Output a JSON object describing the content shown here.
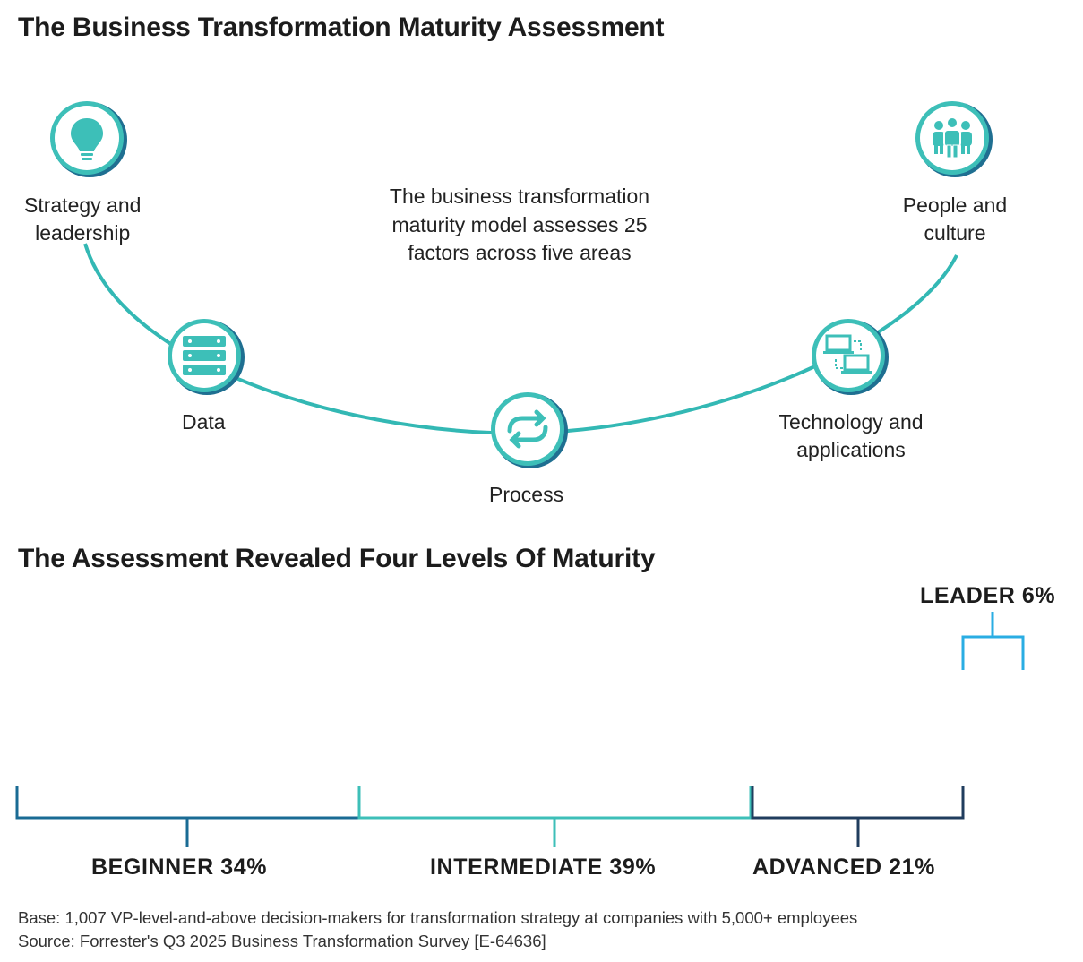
{
  "title": "The Business Transformation Maturity Assessment",
  "center_text": "The business transformation maturity model assesses 25 factors across five areas",
  "areas": [
    {
      "label_line1": "Strategy and",
      "label_line2": "leadership",
      "icon": "lightbulb-icon"
    },
    {
      "label_line1": "Data",
      "label_line2": "",
      "icon": "server-icon"
    },
    {
      "label_line1": "Process",
      "label_line2": "",
      "icon": "refresh-icon"
    },
    {
      "label_line1": "Technology and",
      "label_line2": "applications",
      "icon": "laptops-icon"
    },
    {
      "label_line1": "People and",
      "label_line2": "culture",
      "icon": "people-group-icon"
    }
  ],
  "subtitle": "The Assessment Revealed Four Levels Of Maturity",
  "levels": [
    {
      "name": "BEGINNER",
      "percent": 34,
      "label": "BEGINNER 34%",
      "color": "#1a6b94"
    },
    {
      "name": "INTERMEDIATE",
      "percent": 39,
      "label": "INTERMEDIATE 39%",
      "color": "#3dbfb8"
    },
    {
      "name": "ADVANCED",
      "percent": 21,
      "label": "ADVANCED 21%",
      "color": "#203d5e"
    },
    {
      "name": "LEADER",
      "percent": 6,
      "label": "LEADER 6%",
      "color": "#2aade3"
    }
  ],
  "people_icons": [
    "person-male-icon",
    "person-female-icon",
    "person-male-icon",
    "person-female-icon",
    "person-female-icon",
    "person-male-icon",
    "person-male-icon",
    "person-female-icon",
    "person-male-icon",
    "person-female-icon"
  ],
  "footnote_base": "Base: 1,007 VP-level-and-above decision-makers for transformation strategy at companies with 5,000+ employees",
  "footnote_source": "Source: Forrester's Q3 2025 Business Transformation Survey [E-64636]"
}
